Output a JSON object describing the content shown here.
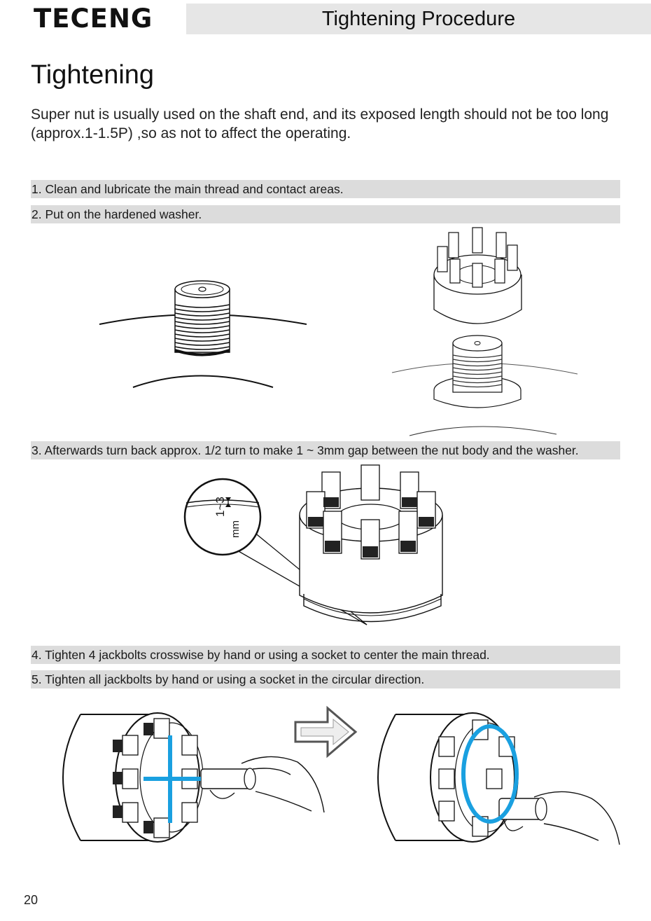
{
  "header": {
    "logo_text": "TECENG",
    "title": "Tightening Procedure"
  },
  "section": {
    "title": "Tightening",
    "intro": "Super nut is usually used on the shaft end, and its exposed length should not be too long (approx.1-1.5P) ,so as not to affect the operating."
  },
  "steps": [
    {
      "text": "1. Clean and lubricate the main thread and contact areas."
    },
    {
      "text": "2. Put on the hardened washer."
    },
    {
      "text": "3. Afterwards turn back approx. 1/2 turn to make 1 ~ 3mm gap between the nut body and the washer."
    },
    {
      "text": "4. Tighten 4 jackbolts crosswise by hand or using a socket to center the main thread."
    },
    {
      "text": "5. Tighten all jackbolts by hand or using a socket in the circular direction."
    }
  ],
  "gap_callout": {
    "value": "1~3",
    "unit": "mm"
  },
  "colors": {
    "step_bar": "#dcdcdc",
    "header_bar": "#e6e6e6",
    "accent_blue": "#1aa0e0"
  },
  "page_number": "20"
}
